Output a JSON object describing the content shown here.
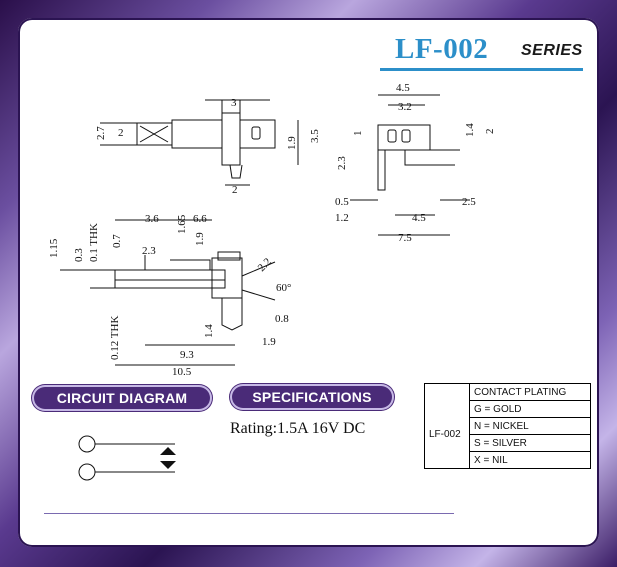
{
  "title": {
    "model": "LF-002",
    "series": "SERIES"
  },
  "top_left_view": {
    "dims": [
      "3",
      "2.7",
      "2",
      "1.9",
      "3.5",
      "2"
    ]
  },
  "top_right_view": {
    "dims": [
      "4.5",
      "3.2",
      "1",
      "1.4",
      "2",
      "2.3",
      "0.5",
      "1.2",
      "4.5",
      "2.5",
      "7.5"
    ]
  },
  "side_view": {
    "dims": [
      "3.6",
      "6.6",
      "1.65",
      "0.7",
      "2.3",
      "1.9",
      "1.15",
      "0.3",
      "0.1 THK",
      "2.2",
      "60°",
      "1.4",
      "0.8",
      "1.9",
      "0.12 THK",
      "9.3",
      "10.5"
    ]
  },
  "circuit": {
    "heading": "CIRCUIT DIAGRAM"
  },
  "specs": {
    "heading": "SPECIFICATIONS",
    "rating": "Rating:1.5A 16V DC"
  },
  "plating": {
    "header": "CONTACT PLATING",
    "model": "LF-002",
    "rows": [
      "G = GOLD",
      "N = NICKEL",
      "S = SILVER",
      "X = NIL"
    ]
  },
  "colors": {
    "title_blue": "#2c8fc9",
    "frame_purple": "#4a2b78"
  }
}
